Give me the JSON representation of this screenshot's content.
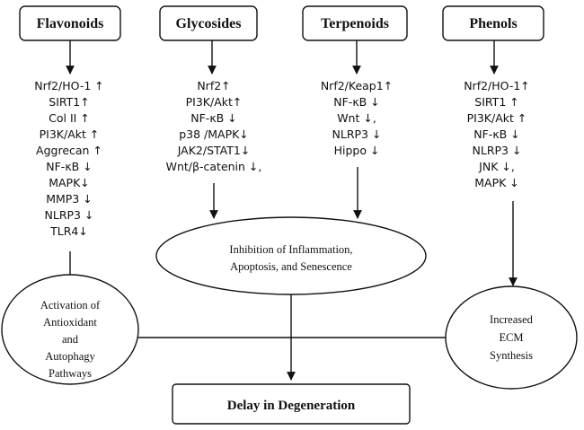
{
  "categories": [
    {
      "label": "Flavonoids",
      "items": [
        "Nrf2/HO-1 ↑",
        "SIRT1↑",
        "Col II ↑",
        "PI3K/Akt ↑",
        "Aggrecan ↑",
        "NF-κB ↓",
        "MAPK↓",
        "MMP3 ↓",
        "NLRP3 ↓",
        "TLR4↓"
      ]
    },
    {
      "label": "Glycosides",
      "items": [
        "Nrf2↑",
        "PI3K/Akt↑",
        "NF-κB ↓",
        "p38 /MAPK↓",
        "JAK2/STAT1↓",
        "Wnt/β-catenin ↓,"
      ]
    },
    {
      "label": "Terpenoids",
      "items": [
        "Nrf2/Keap1↑",
        "NF-κB ↓",
        "Wnt ↓,",
        "NLRP3 ↓",
        "Hippo ↓"
      ]
    },
    {
      "label": "Phenols",
      "items": [
        "Nrf2/HO-1↑",
        "SIRT1 ↑",
        "PI3K/Akt ↑",
        "NF-κB ↓",
        "NLRP3 ↓",
        "JNK ↓,",
        "MAPK ↓"
      ]
    }
  ],
  "inhibition": {
    "lines": [
      "Inhibition of Inflammation,",
      "Apoptosis, and Senescence"
    ]
  },
  "antioxidant": {
    "lines": [
      "Activation of",
      "Antioxidant",
      "and",
      "Autophagy",
      "Pathways"
    ]
  },
  "ecm": {
    "lines": [
      "Increased",
      "ECM",
      "Synthesis"
    ]
  },
  "final": {
    "label": "Delay in Degeneration"
  }
}
